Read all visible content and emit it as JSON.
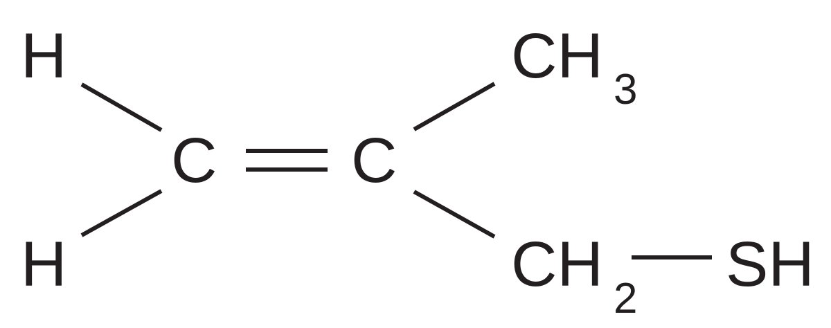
{
  "molecule": {
    "atoms": {
      "h_top": "H",
      "h_bottom": "H",
      "c_left": "C",
      "c_right": "C",
      "ch3_main": "CH",
      "ch3_sub": "3",
      "ch2_main": "CH",
      "ch2_sub": "2",
      "sh": "SH"
    }
  },
  "colors": {
    "ink": "#231f20",
    "background": "#ffffff"
  }
}
